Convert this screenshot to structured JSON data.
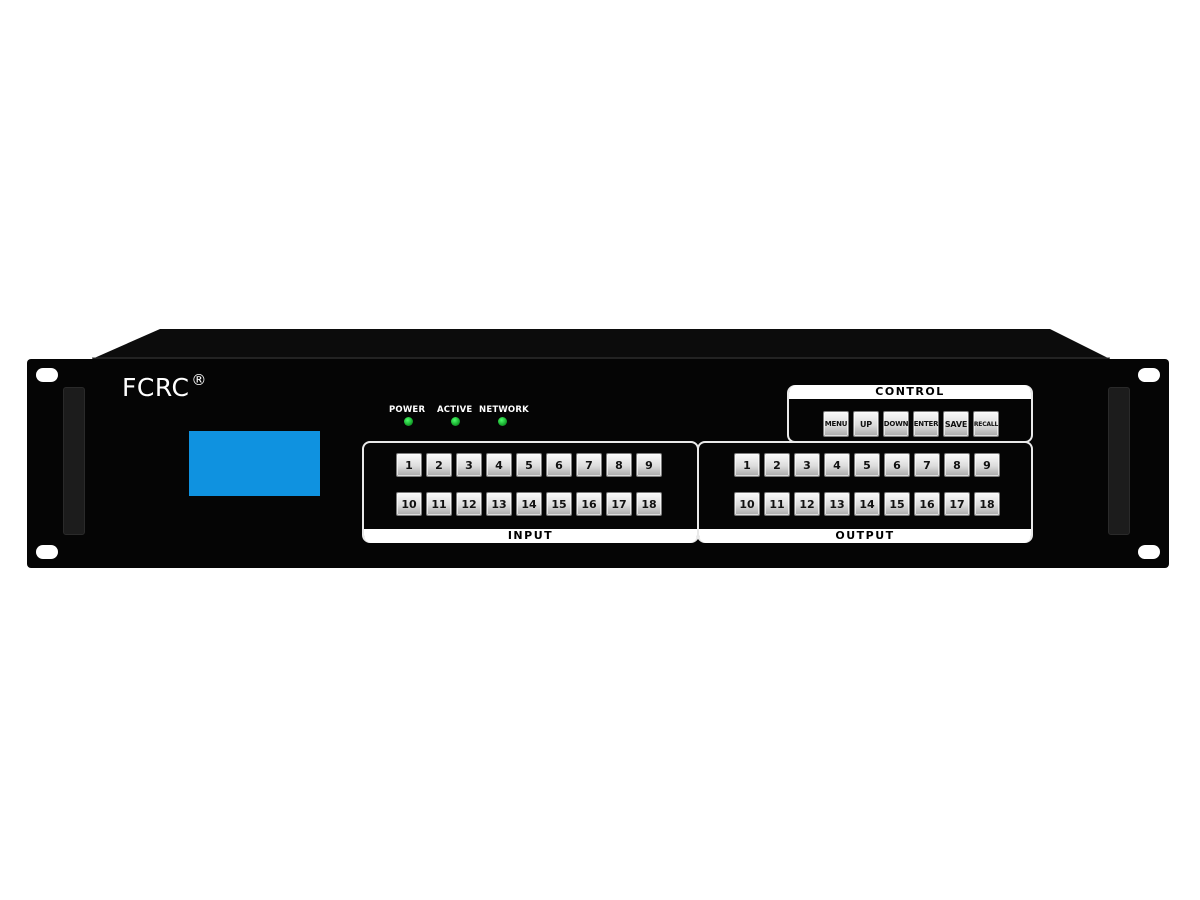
{
  "brand": {
    "name": "FCRC",
    "registered": "®"
  },
  "indicators": [
    {
      "label": "POWER",
      "color": "#22c13a"
    },
    {
      "label": "ACTIVE",
      "color": "#22c13a"
    },
    {
      "label": "NETWORK",
      "color": "#22c13a"
    }
  ],
  "lcd": {
    "color": "#0f92e0"
  },
  "control": {
    "title": "CONTROL",
    "buttons": [
      "MENU",
      "UP",
      "DOWN",
      "ENTER",
      "SAVE",
      "RECALL"
    ]
  },
  "input": {
    "title": "INPUT",
    "row1": [
      "1",
      "2",
      "3",
      "4",
      "5",
      "6",
      "7",
      "8",
      "9"
    ],
    "row2": [
      "10",
      "11",
      "12",
      "13",
      "14",
      "15",
      "16",
      "17",
      "18"
    ]
  },
  "output": {
    "title": "OUTPUT",
    "row1": [
      "1",
      "2",
      "3",
      "4",
      "5",
      "6",
      "7",
      "8",
      "9"
    ],
    "row2": [
      "10",
      "11",
      "12",
      "13",
      "14",
      "15",
      "16",
      "17",
      "18"
    ]
  }
}
